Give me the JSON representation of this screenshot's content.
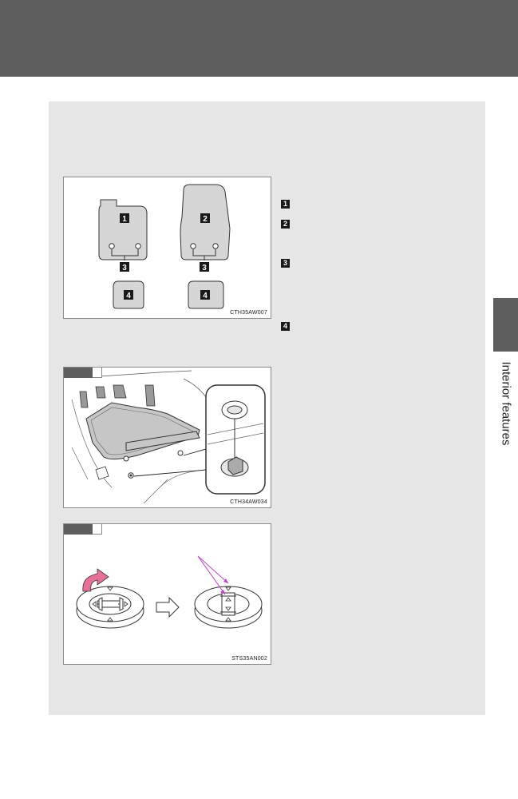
{
  "side_tab": {
    "label": "Interior features"
  },
  "figures": {
    "mats": {
      "code": "CTH35AW007",
      "callouts": [
        "1",
        "2",
        "3",
        "3",
        "4",
        "4"
      ]
    },
    "floor": {
      "code": "CTH34AW034"
    },
    "hook": {
      "code": "STS35AN002"
    }
  },
  "legend": [
    "1",
    "2",
    "3",
    "4"
  ],
  "colors": {
    "header": "#5e5e5e",
    "panel": "#e6e6e6",
    "mat_fill": "#d6d6d6",
    "arrow_pink": "#e8719a",
    "pointer_magenta": "#c23fd0"
  }
}
